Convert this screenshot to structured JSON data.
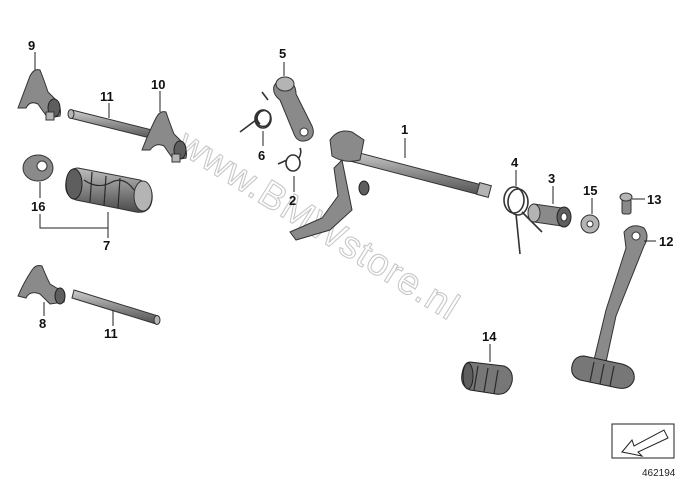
{
  "watermark": "www.BMWstore.nl",
  "diagram_id": "462194",
  "labels": {
    "p9": "9",
    "p11a": "11",
    "p10": "10",
    "p5": "5",
    "p6": "6",
    "p2": "2",
    "p1": "1",
    "p4": "4",
    "p3": "3",
    "p15": "15",
    "p13": "13",
    "p12": "12",
    "p16": "16",
    "p7": "7",
    "p8": "8",
    "p11b": "11",
    "p14": "14"
  },
  "colors": {
    "part_fill": "#8a8a8a",
    "outline": "#333333",
    "watermark": "#c8c8c8"
  }
}
